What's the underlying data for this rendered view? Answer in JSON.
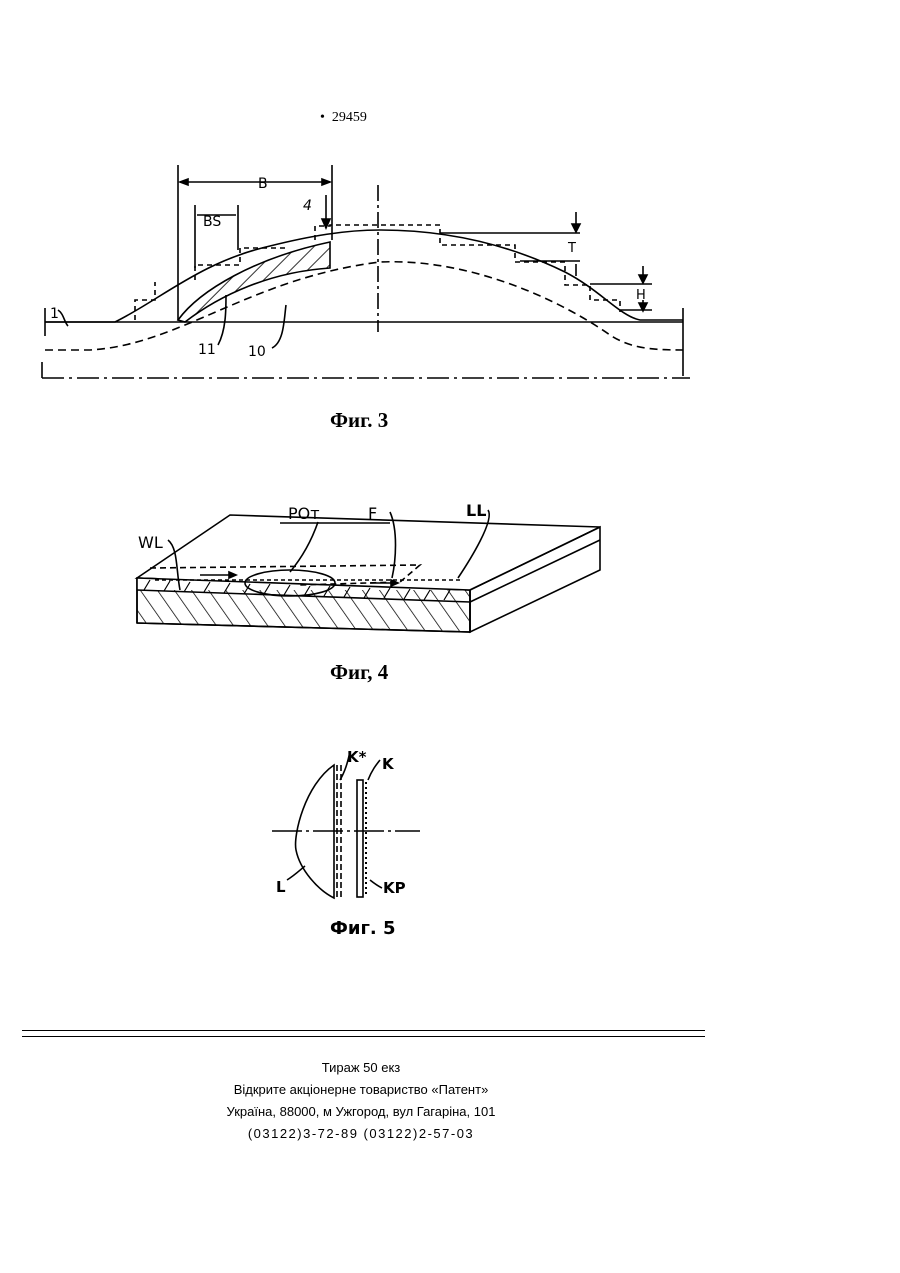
{
  "header": {
    "page_number": "29459"
  },
  "figures": [
    {
      "caption": "Фиг. 3",
      "labels": {
        "b": "B",
        "bs": "BS",
        "four": "4",
        "t": "T",
        "h": "H",
        "one": "1",
        "eleven": "11",
        "ten": "10"
      }
    },
    {
      "caption": "Фиг, 4",
      "labels": {
        "wl": "WL",
        "pot": "POт",
        "f": "F",
        "ll": "LL"
      }
    },
    {
      "caption": "Фиг. 5",
      "labels": {
        "k_star": "K*",
        "k": "K",
        "l": "L",
        "kp": "KP"
      }
    }
  ],
  "footer": {
    "circulation": "Тираж 50 екз",
    "company": "Відкрите акціонерне товариство «Патент»",
    "address": "Україна, 88000, м Ужгород, вул Гагаріна, 101",
    "phones": "(03122)3-72-89  (03122)2-57-03"
  }
}
